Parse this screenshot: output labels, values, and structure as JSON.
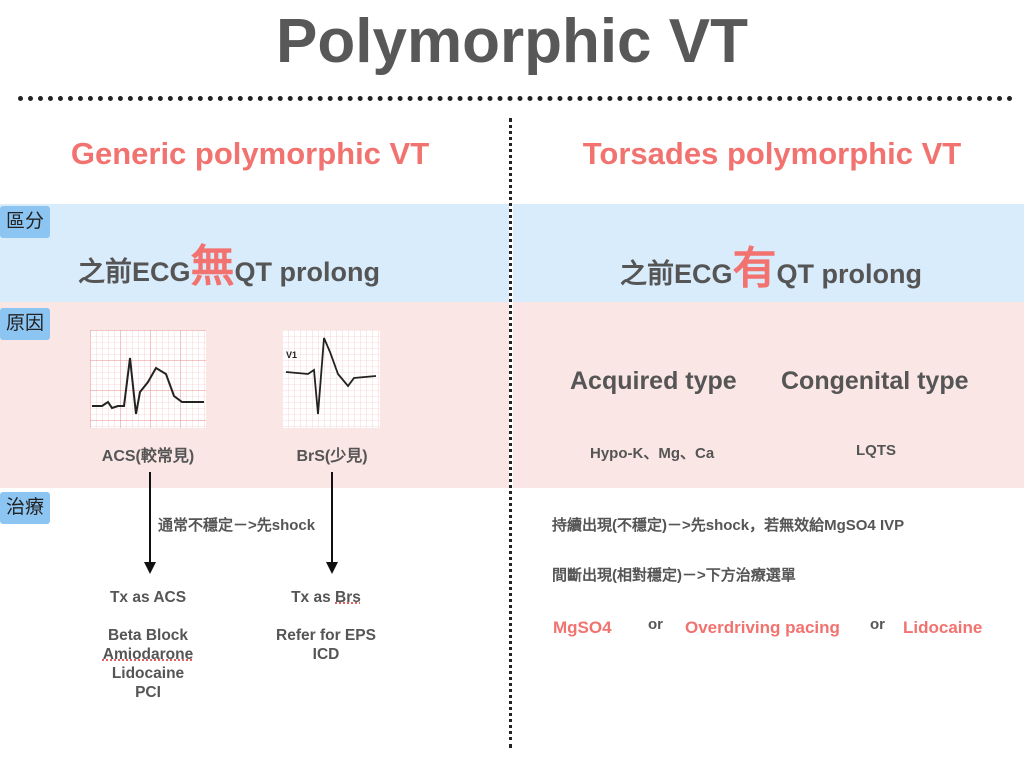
{
  "title": "Polymorphic VT",
  "left_heading": "Generic polymorphic VT",
  "right_heading": "Torsades polymorphic VT",
  "tags": {
    "distinguish": "區分",
    "cause": "原因",
    "treatment": "治療"
  },
  "distinguish": {
    "left_pre": "之前ECG",
    "left_hl": "無",
    "left_post": "QT prolong",
    "right_pre": "之前ECG",
    "right_hl": "有",
    "right_post": "QT prolong"
  },
  "causes": {
    "ecg_lead_label": "V1",
    "acs_label": "ACS(較常見)",
    "brs_label": "BrS(少見)",
    "acquired": "Acquired type",
    "congenital": "Congenital type",
    "acquired_detail": "Hypo-K、Mg、Ca",
    "congenital_detail": "LQTS"
  },
  "treatment": {
    "left_note": "通常不穩定－>先shock",
    "acs_tx": "Tx as ACS",
    "acs_items": [
      "Beta Block",
      "Amiodarone",
      "Lidocaine",
      "PCI"
    ],
    "brs_tx_prefix": "Tx as ",
    "brs_tx_name": "Brs",
    "brs_items": [
      "Refer for EPS",
      "ICD"
    ],
    "right_line1": "持續出現(不穩定)－>先shock，若無效給MgSO4 IVP",
    "right_line2": "間斷出現(相對穩定)－>下方治療選單",
    "option1": "MgSO4",
    "or1": "or",
    "option2": "Overdriving pacing",
    "or2": "or",
    "option3": "Lidocaine"
  },
  "colors": {
    "accent": "#f2726f",
    "blue_band": "#d9ecfb",
    "pink_band": "#fbe6e6",
    "tag": "#8cc4f2"
  }
}
